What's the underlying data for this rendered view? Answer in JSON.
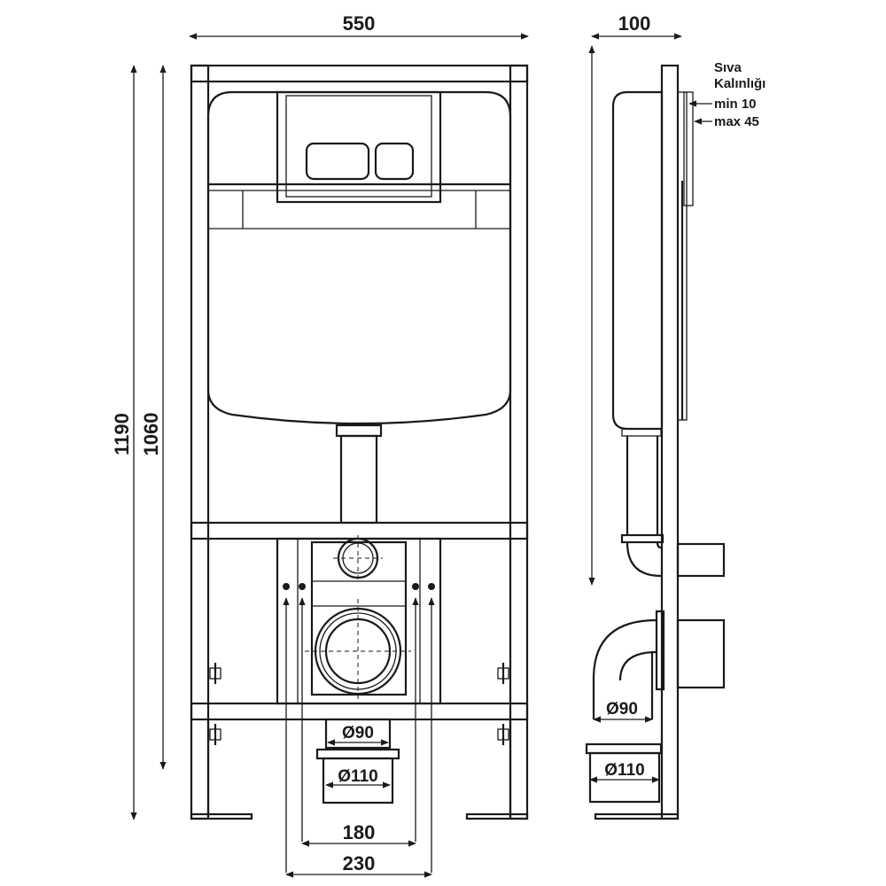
{
  "dimensions": {
    "overall_width": "550",
    "side_depth": "100",
    "overall_height": "1190",
    "frame_height": "1060",
    "bolt_inner": "180",
    "bolt_outer": "230",
    "pipe_d90_front": "Ø90",
    "pipe_d110_front": "Ø110",
    "pipe_d90_side": "Ø90",
    "pipe_d110_side": "Ø110"
  },
  "plaster_note": {
    "title_line1": "Sıva",
    "title_line2": "Kalınlığı",
    "min": "min 10",
    "max": "max 45"
  }
}
